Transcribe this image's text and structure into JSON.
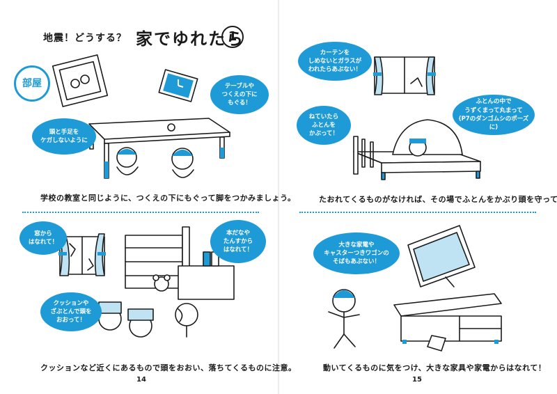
{
  "header": {
    "title_small": "地震！どうする？",
    "title_big": "家でゆれたら",
    "title_number": "1"
  },
  "room_badge": "部屋",
  "panels": {
    "table": {
      "bubbles": [
        "テーブルや\nつくえの下に\nもぐる！",
        "頭と手足を\nケガしないように"
      ],
      "caption": "学校の教室と同じように、つくえの下にもぐって脚をつかみましょう。"
    },
    "bed": {
      "bubbles": [
        "カーテンを\nしめないとガラスが\nわれたらあぶない！",
        "ねていたら\nふとんを\nかぶって！",
        "ふとんの中で\nうずくまって丸まって\n(P7のダンゴムシのポーズに)"
      ],
      "caption": "たおれてくるものがなければ、その場でふとんをかぶり頭を守って。"
    },
    "window": {
      "bubbles": [
        "窓から\nはなれて！",
        "本だなや\nたんすから\nはなれて！",
        "クッションや\nざぶとんで頭を\nおおって！"
      ],
      "caption": "クッションなど近くにあるもので頭をおおい、落ちてくるものに注意。"
    },
    "tv": {
      "bubbles": [
        "大きな家電や\nキャスターつきワゴンの\nそばもあぶない！"
      ],
      "caption": "動いてくるものに気をつけ、大きな家具や家電からはなれて！"
    }
  },
  "page_numbers": {
    "left": "14",
    "right": "15"
  },
  "colors": {
    "accent": "#1e9bd7",
    "accent_light": "#bfe3f3",
    "text": "#1a1a1a"
  }
}
